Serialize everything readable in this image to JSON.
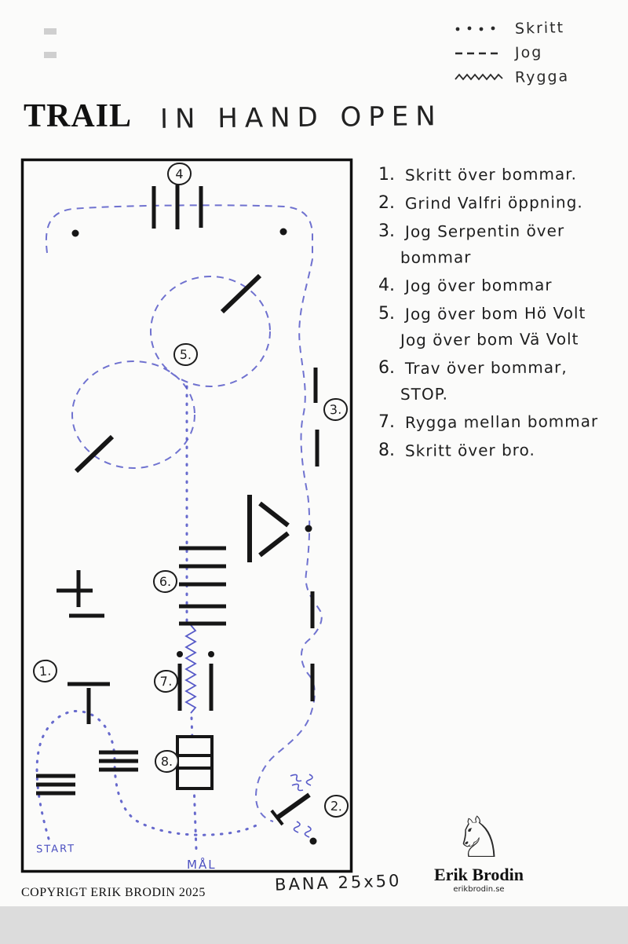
{
  "legend": {
    "items": [
      {
        "symbol": "dotted",
        "label": "Skritt"
      },
      {
        "symbol": "dashed",
        "label": "Jog"
      },
      {
        "symbol": "zigzag",
        "label": "Rygga"
      }
    ]
  },
  "title": {
    "printed": "TRAIL",
    "handwritten": "IN HAND OPEN"
  },
  "instructions": [
    {
      "num": "1.",
      "line1": "Skritt över bommar.",
      "line2": ""
    },
    {
      "num": "2.",
      "line1": "Grind Valfri öppning.",
      "line2": ""
    },
    {
      "num": "3.",
      "line1": "Jog Serpentin över",
      "line2": "bommar"
    },
    {
      "num": "4.",
      "line1": "Jog över bommar",
      "line2": ""
    },
    {
      "num": "5.",
      "line1": "Jog över bom Hö Volt",
      "line2": "Jog över bom Vä Volt"
    },
    {
      "num": "6.",
      "line1": "Trav över bommar,",
      "line2": "STOP."
    },
    {
      "num": "7.",
      "line1": "Rygga mellan bommar",
      "line2": ""
    },
    {
      "num": "8.",
      "line1": "Skritt över bro.",
      "line2": ""
    }
  ],
  "course": {
    "markers": [
      "1.",
      "2.",
      "3.",
      "4",
      "5.",
      "6.",
      "7.",
      "8."
    ],
    "start_label": "START",
    "goal_label": "MÅL",
    "arena_label": "BANA 25x50"
  },
  "footer": {
    "copyright": "COPYRIGT ERIK BRODIN 2025",
    "logo_glyph": "♘",
    "logo_name": "Erik Brodin",
    "logo_site": "erikbrodin.se"
  },
  "colors": {
    "ink": "#1a1a1a",
    "pen_blue": "#575ac8"
  }
}
